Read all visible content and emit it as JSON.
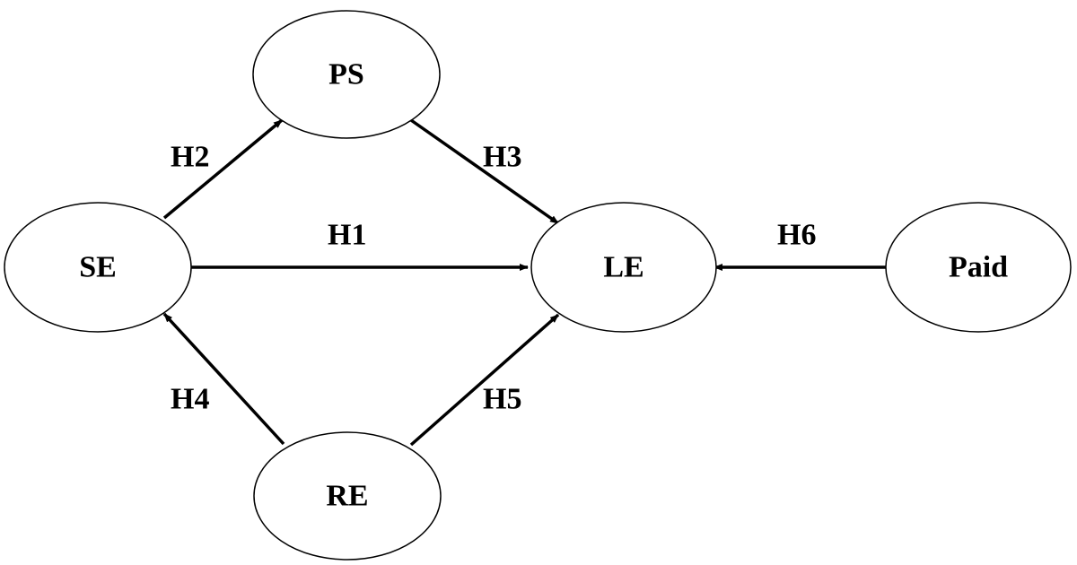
{
  "nodes": [
    {
      "id": "PS",
      "label": "PS"
    },
    {
      "id": "SE",
      "label": "SE"
    },
    {
      "id": "LE",
      "label": "LE"
    },
    {
      "id": "Paid",
      "label": "Paid"
    },
    {
      "id": "RE",
      "label": "RE"
    }
  ],
  "edges": [
    {
      "id": "H1",
      "label": "H1",
      "from": "SE",
      "to": "LE"
    },
    {
      "id": "H2",
      "label": "H2",
      "from": "SE",
      "to": "PS"
    },
    {
      "id": "H3",
      "label": "H3",
      "from": "PS",
      "to": "LE"
    },
    {
      "id": "H4",
      "label": "H4",
      "from": "RE",
      "to": "SE"
    },
    {
      "id": "H5",
      "label": "H5",
      "from": "RE",
      "to": "LE"
    },
    {
      "id": "H6",
      "label": "H6",
      "from": "Paid",
      "to": "LE"
    }
  ],
  "colors": {
    "stroke": "#000000",
    "background": "#ffffff"
  }
}
